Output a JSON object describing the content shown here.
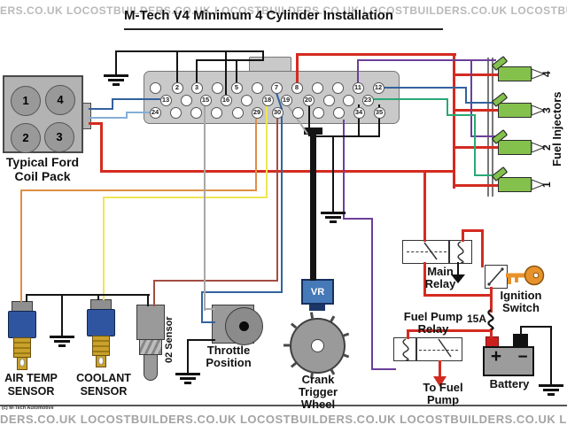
{
  "title": "M-Tech V4 Minimum 4 Cylinder Installation",
  "watermark": {
    "top": "ERS.CO.UK  LOCOSTBUILDERS.CO.UK  LOCOSTBUILDERS.CO.UK  LOCOSTBUILDERS.CO.UK  LOCOSTBUILDERS.CO.UK  LOCOSTBUILDERS.CO.UK  LOCOSTBU",
    "bottom": "DERS.CO.UK  LOCOSTBUILDERS.CO.UK  LOCOSTBUILDERS.CO.UK  LOCOSTBUILDERS.CO.UK  LOCOSTBUILDERS.CO.UK  LOCOSTBUI",
    "copyright": "(c) M-Tech Automotive"
  },
  "ecu": {
    "rows": [
      [
        "",
        "2",
        "3",
        "",
        "5",
        "",
        "7",
        "8",
        "",
        "",
        "11",
        "12"
      ],
      [
        "13",
        "",
        "15",
        "16",
        "",
        "18",
        "19",
        "20",
        "",
        "",
        "23"
      ],
      [
        "24",
        "",
        "",
        "",
        "",
        "29",
        "30",
        "",
        "",
        "",
        "34",
        "35"
      ]
    ]
  },
  "coil_pack": {
    "title": [
      "Typical Ford",
      "Coil Pack"
    ],
    "cylinders": [
      "1",
      "4",
      "2",
      "3"
    ]
  },
  "injectors": {
    "label": "Fuel Injectors",
    "items": [
      "4",
      "3",
      "2",
      "1"
    ]
  },
  "vr_label": "VR",
  "sensors": {
    "air_temp": [
      "AIR TEMP",
      "SENSOR"
    ],
    "coolant": [
      "COOLANT",
      "SENSOR"
    ],
    "o2": "02 Sensor",
    "throttle": [
      "Throttle",
      "Position"
    ],
    "crank": [
      "Crank",
      "Trigger",
      "Wheel"
    ]
  },
  "power": {
    "main_relay": [
      "Main",
      "Relay"
    ],
    "ignition_switch": [
      "Ignition",
      "Switch"
    ],
    "fuel_pump_relay": [
      "Fuel Pump",
      "Relay"
    ],
    "fuse": "15A",
    "to_fuel_pump": [
      "To Fuel",
      "Pump"
    ],
    "battery": "Battery",
    "battery_plus": "+",
    "battery_minus": "−"
  },
  "colors": {
    "wire_red": "#d42b20",
    "wire_dark_red": "#a34d42",
    "wire_orange": "#dd8f45",
    "wire_yellow": "#f0e552",
    "wire_light_blue": "#85aed6",
    "wire_dark_blue": "#33629e",
    "wire_purple": "#6b3f9a",
    "wire_green": "#2aa876",
    "wire_gray": "#a8a8a8",
    "wire_black": "#141414",
    "injector_green": "#83c14c",
    "sensor_blue": "#2f55a0",
    "brass": "#c9a12b",
    "key_orange": "#e8922c",
    "vr_blue": "#4679b8"
  }
}
